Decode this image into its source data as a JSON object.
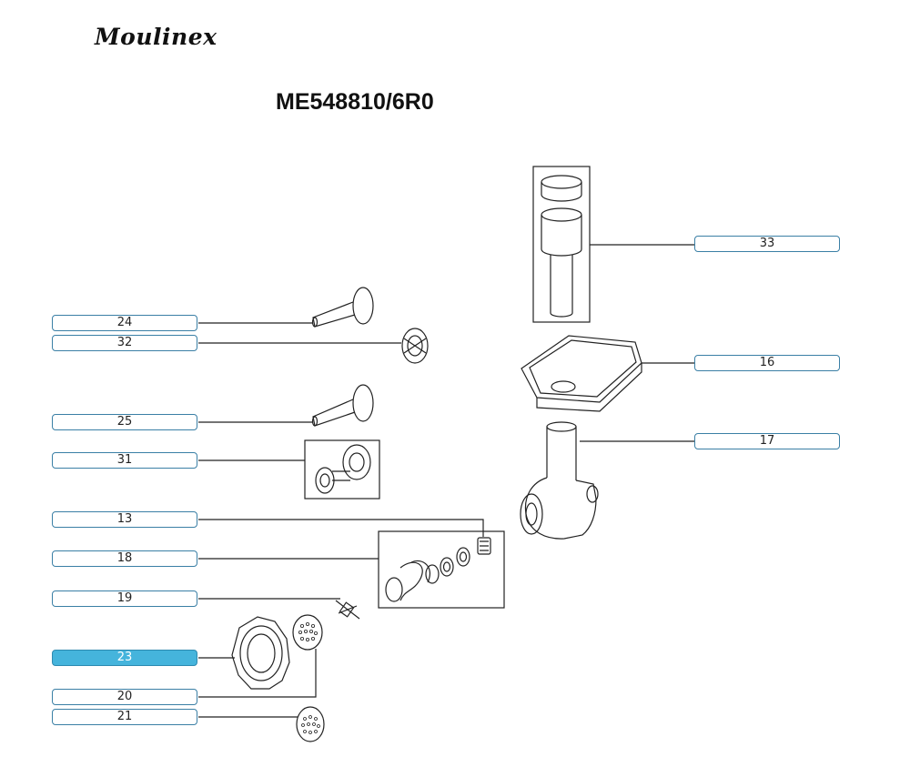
{
  "brand": "Moulinex",
  "model": "ME548810/6R0",
  "highlight_color": "#45b4dc",
  "parts": [
    {
      "id": "33",
      "active": false
    },
    {
      "id": "24",
      "active": false
    },
    {
      "id": "32",
      "active": false
    },
    {
      "id": "16",
      "active": false
    },
    {
      "id": "25",
      "active": false
    },
    {
      "id": "17",
      "active": false
    },
    {
      "id": "31",
      "active": false
    },
    {
      "id": "13",
      "active": false
    },
    {
      "id": "18",
      "active": false
    },
    {
      "id": "19",
      "active": false
    },
    {
      "id": "23",
      "active": true
    },
    {
      "id": "20",
      "active": false
    },
    {
      "id": "21",
      "active": false
    }
  ]
}
